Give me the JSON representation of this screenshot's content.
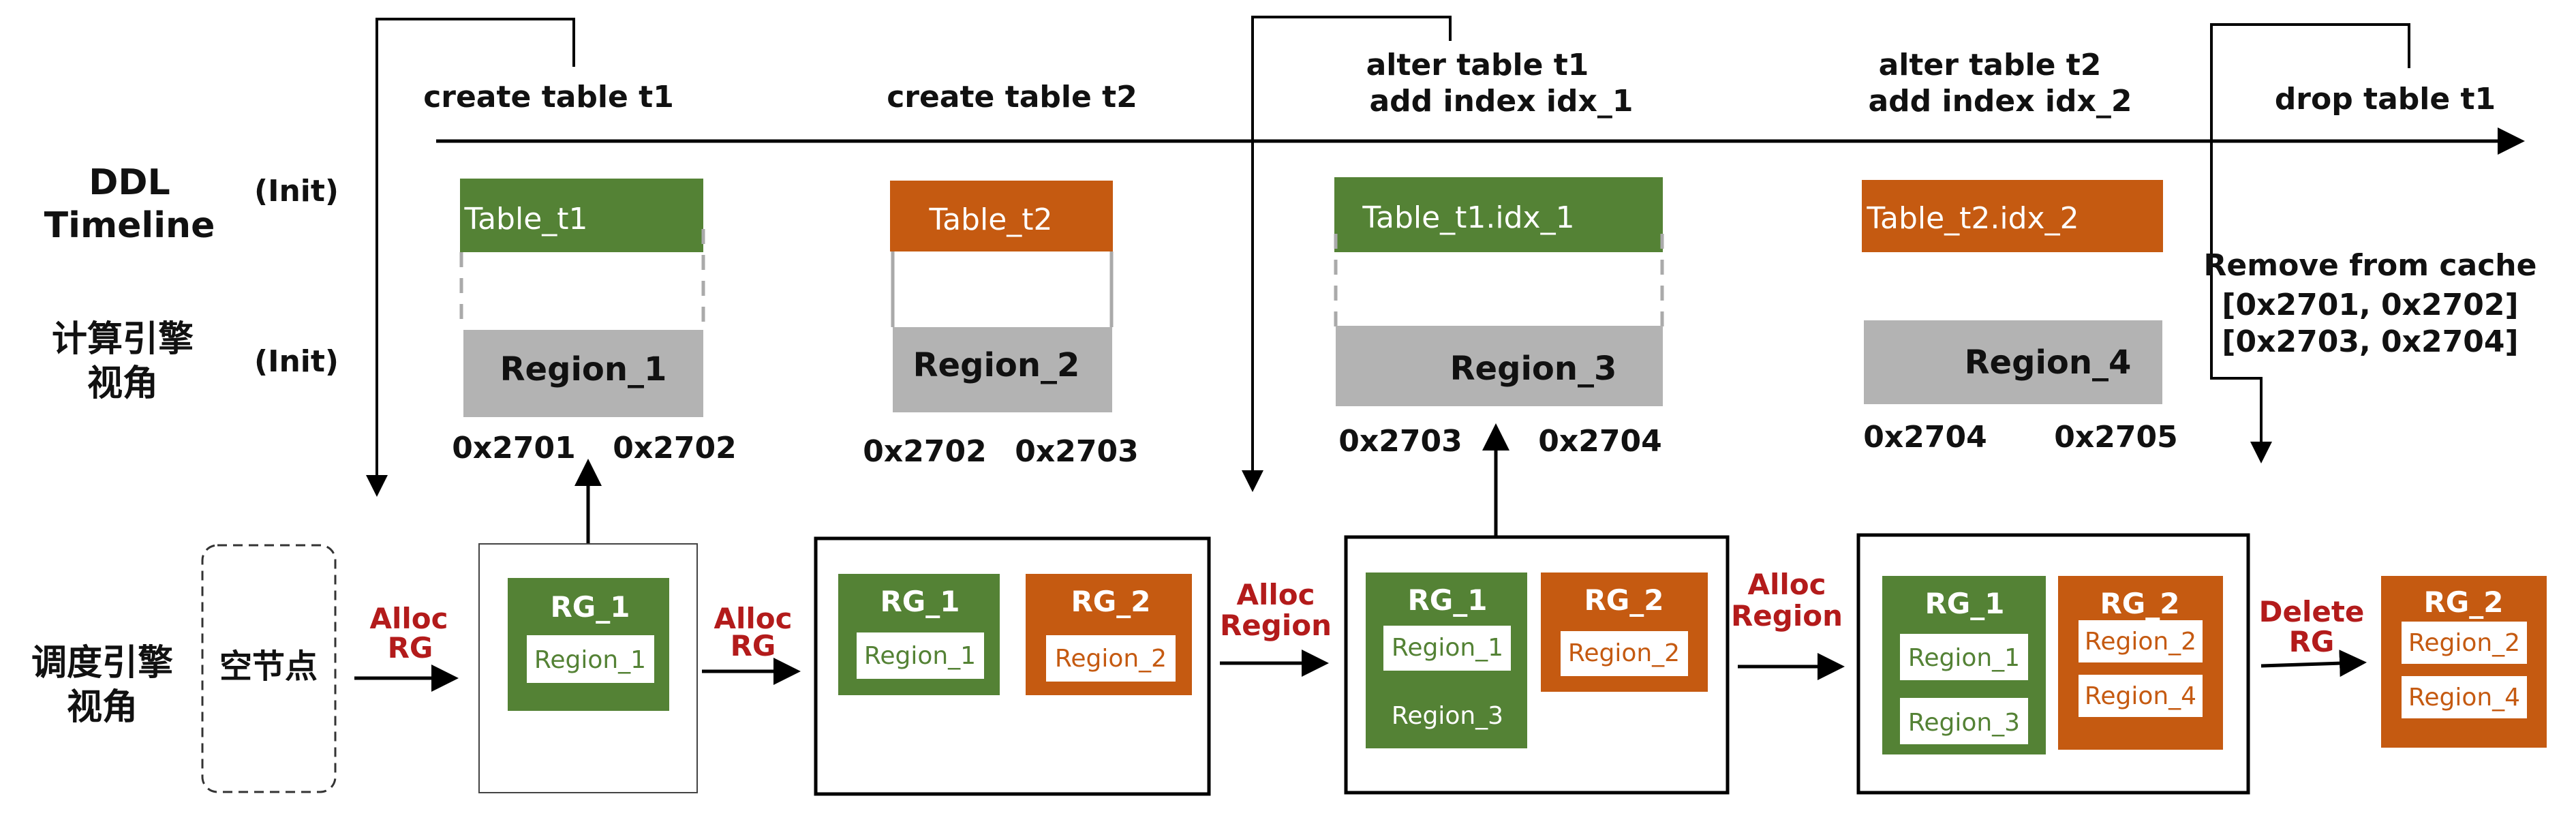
{
  "colors": {
    "green": "#548235",
    "orange": "#c55a11",
    "gray": "#b3b3b3",
    "red_text": "#b31b1b",
    "green_text": "#548235",
    "orange_text": "#c55a11",
    "black": "#000000"
  },
  "row_labels": {
    "ddl_1": "DDL",
    "ddl_2": "Timeline",
    "compute_1": "计算引擎",
    "compute_2": "视角",
    "sched_1": "调度引擎",
    "sched_2": "视角",
    "init_1": "(Init)",
    "init_2": "(Init)"
  },
  "timeline": {
    "events": [
      {
        "line1": "create table t1",
        "line2": ""
      },
      {
        "line1": "create table t2",
        "line2": ""
      },
      {
        "line1": "alter table t1",
        "line2": "add index idx_1"
      },
      {
        "line1": "alter  table t2",
        "line2": "add index idx_2"
      },
      {
        "line1": "drop table t1",
        "line2": ""
      }
    ]
  },
  "tables": [
    {
      "name": "Table_t1",
      "region": "Region_1",
      "start": "0x2701",
      "end": "0x2702",
      "color": "green"
    },
    {
      "name": "Table_t2",
      "region": "Region_2",
      "start": "0x2702",
      "end": "0x2703",
      "color": "orange"
    },
    {
      "name": "Table_t1.idx_1",
      "region": "Region_3",
      "start": "0x2703",
      "end": "0x2704",
      "color": "green"
    },
    {
      "name": "Table_t2.idx_2",
      "region": "Region_4",
      "start": "0x2704",
      "end": "0x2705",
      "color": "orange"
    }
  ],
  "cache_note": {
    "title": "Remove from cache",
    "range1": "[0x2701, 0x2702]",
    "range2": "[0x2703, 0x2704]"
  },
  "scheduler": {
    "empty_node": "空节点",
    "actions": [
      {
        "line1": "Alloc",
        "line2": "RG"
      },
      {
        "line1": "Alloc",
        "line2": "RG"
      },
      {
        "line1": "Alloc",
        "line2": "Region"
      },
      {
        "line1": "Alloc",
        "line2": "Region"
      },
      {
        "line1": "Delete",
        "line2": "RG"
      }
    ],
    "rg1": "RG_1",
    "rg2": "RG_2",
    "region1": "Region_1",
    "region2": "Region_2",
    "region3": "Region_3",
    "region4": "Region_4"
  }
}
